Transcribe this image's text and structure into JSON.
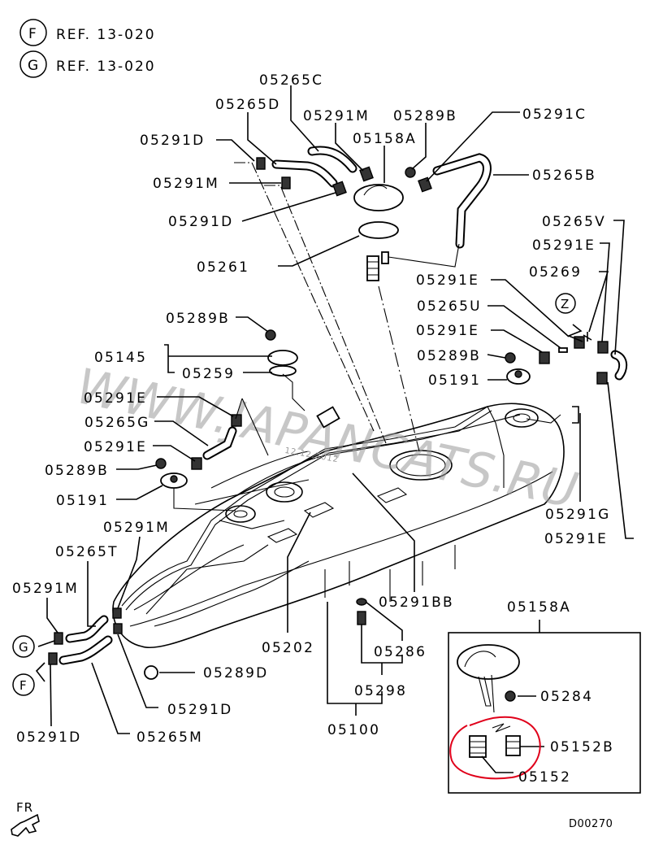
{
  "diagram": {
    "title": "Fuel tank assembly parts diagram",
    "references": [
      {
        "marker": "F",
        "text": "REF. 13-020"
      },
      {
        "marker": "G",
        "text": "REF. 13-020"
      }
    ],
    "zone_marker": "Z",
    "connector_markers": {
      "g": "G",
      "f": "F"
    },
    "labels": {
      "p05265C": "05265C",
      "p05265D": "05265D",
      "p05291M_top": "05291M",
      "p05289B_top": "05289B",
      "p05291C": "05291C",
      "p05158A_top": "05158A",
      "p05291D_top1": "05291D",
      "p05265B": "05265B",
      "p05291M_top2": "05291M",
      "p05291D_top2": "05291D",
      "p05265V": "05265V",
      "p05291E_r1": "05291E",
      "p05261": "05261",
      "p05269": "05269",
      "p05291E_r2": "05291E",
      "p05265U": "05265U",
      "p05291E_r3": "05291E",
      "p05289B_r": "05289B",
      "p05191_r": "05191",
      "p05289B_l": "05289B",
      "p05145": "05145",
      "p05259": "05259",
      "p05291E_l1": "05291E",
      "p05265G": "05265G",
      "p05291E_l2": "05291E",
      "p05289B_l2": "05289B",
      "p05191_l": "05191",
      "p05291G": "05291G",
      "p05291E_r4": "05291E",
      "p05291M_l": "05291M",
      "p05265T": "05265T",
      "p05291M_l2": "05291M",
      "p05291BB": "05291BB",
      "p05158A_box": "05158A",
      "p05202": "05202",
      "p05286": "05286",
      "p05289D": "05289D",
      "p05284": "05284",
      "p05298": "05298",
      "p05291D_b1": "05291D",
      "p05100": "05100",
      "p05152B": "05152B",
      "p05291D_b2": "05291D",
      "p05265M": "05265M",
      "p05152": "05152"
    },
    "front_indicator": "FR",
    "drawing_code": "D00270",
    "watermark": "WWW.JAPANCATS.RU",
    "watermark_date": "12.12.2012",
    "highlight_color": "#e0001a"
  }
}
